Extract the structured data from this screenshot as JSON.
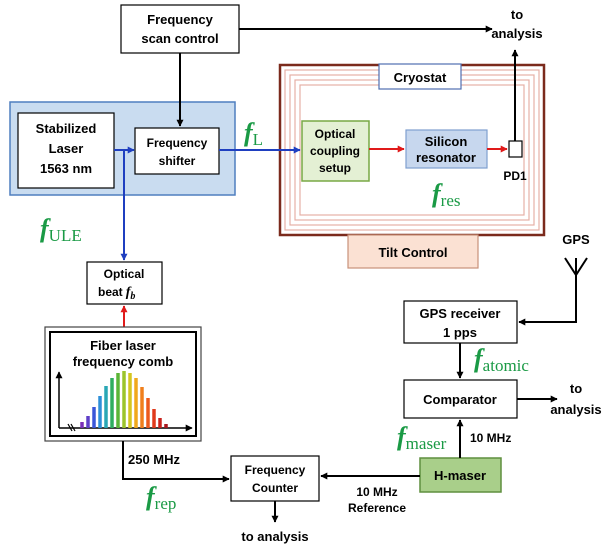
{
  "blocks": {
    "freq_scan": [
      "Frequency",
      "scan control"
    ],
    "stab_laser": [
      "Stabilized",
      "Laser",
      "1563 nm"
    ],
    "freq_shifter": [
      "Frequency",
      "shifter"
    ],
    "cryostat": "Cryostat",
    "optical_coupling": [
      "Optical",
      "coupling",
      "setup"
    ],
    "silicon_resonator": [
      "Silicon",
      "resonator"
    ],
    "pd1": "PD1",
    "tilt_control": "Tilt Control",
    "optical_beat": [
      "Optical",
      "beat"
    ],
    "optical_beat_f": "f",
    "optical_beat_sub": "b",
    "fiber_comb": [
      "Fiber laser",
      "frequency comb"
    ],
    "gps": "GPS",
    "gps_receiver": [
      "GPS receiver",
      "1 pps"
    ],
    "comparator": "Comparator",
    "freq_counter": [
      "Frequency",
      "Counter"
    ],
    "h_maser": "H-maser"
  },
  "labels": {
    "to_analysis_top": [
      "to",
      "analysis"
    ],
    "to_analysis_right": [
      "to",
      "analysis"
    ],
    "to_analysis_bottom": "to analysis",
    "mhz_250": "250 MHz",
    "mhz_10_vertical": "10 MHz",
    "mhz_10_ref": [
      "10 MHz",
      "Reference"
    ]
  },
  "freq_symbols": {
    "f": "f",
    "L": "L",
    "ULE": "ULE",
    "res": "res",
    "atomic": "atomic",
    "maser": "maser",
    "rep": "rep"
  },
  "colors": {
    "laser_bg": "#c9dcf0",
    "laser_border": "#4f7fbf",
    "optical_green_bg": "#e4f0d4",
    "optical_green_border": "#78a845",
    "silicon_bg": "#c7d7ee",
    "cryostat_dark": "#7b2a1c",
    "cryostat_light": "#e6b0a6",
    "tilt_bg": "#fbe1d3",
    "hmaser_bg": "#a9cf8a",
    "green_text": "#1a9a45",
    "blue_arrow": "#1f3fc0",
    "red_arrow": "#e01a1a"
  },
  "icons": [
    "gps-antenna-icon",
    "comb-spectrum-icon"
  ]
}
